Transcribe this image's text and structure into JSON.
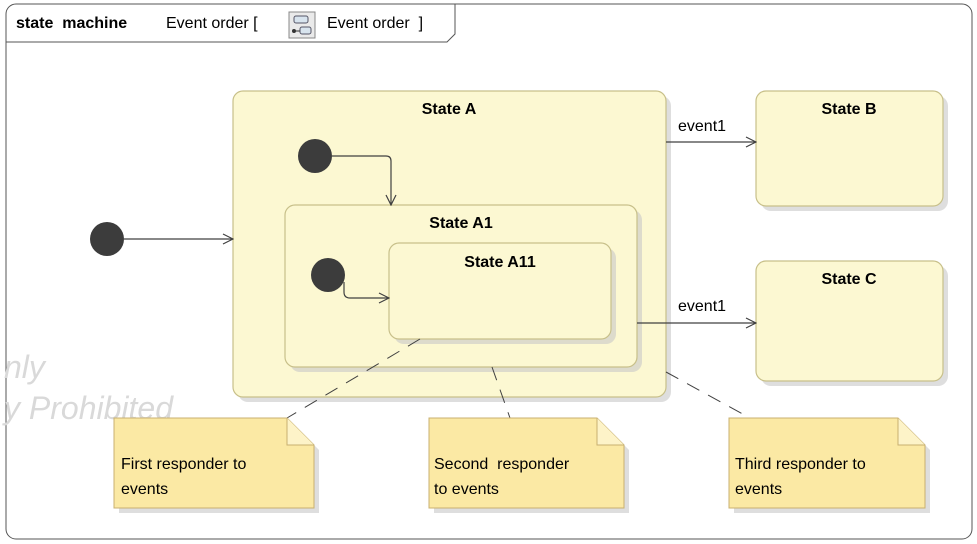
{
  "frame": {
    "keyword": "state  machine",
    "name": "Event order [",
    "ref_name": "Event order  ]",
    "icon": "state-machine-icon"
  },
  "states": {
    "a": "State A",
    "a1": "State A1",
    "a11": "State A11",
    "b": "State B",
    "c": "State C"
  },
  "transitions": {
    "a_to_b": "event1",
    "a1_to_c": "event1"
  },
  "notes": {
    "first": [
      "First responder to",
      "events"
    ],
    "second": [
      "Second  responder",
      "to events"
    ],
    "third": [
      "Third responder to",
      "events"
    ]
  },
  "watermark": [
    "nly",
    "y Prohibited"
  ],
  "colors": {
    "state_fill": "#fcf8d2",
    "state_stroke": "#c8c08a",
    "note_fill": "#fbe9a4",
    "pseudostate": "#3c3c3c",
    "line": "#404040"
  }
}
